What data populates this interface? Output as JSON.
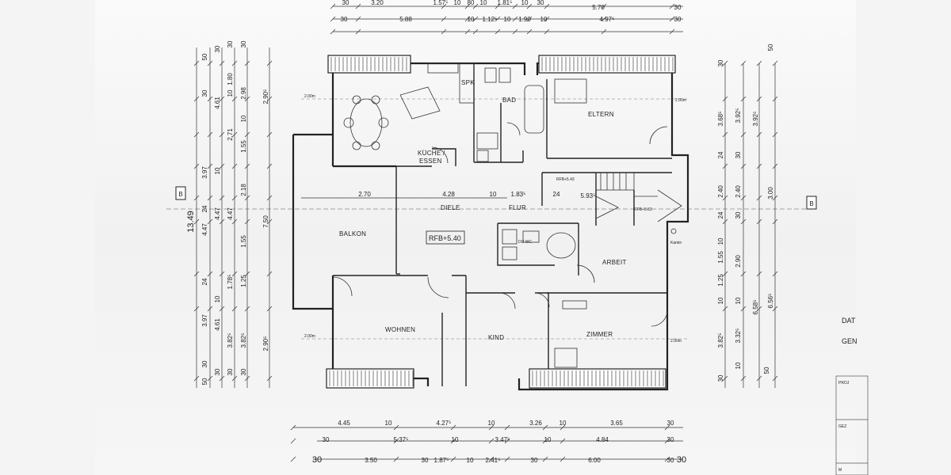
{
  "plan": {
    "rooms": {
      "kueche_1": "KÜCHE /",
      "kueche_2": "ESSEN",
      "bad": "BAD",
      "spk": "SPK",
      "eltern": "ELTERN",
      "diele": "DIELE",
      "flur": "FLUR",
      "balkon": "BALKON",
      "du_wc": "DU WC",
      "arbeit": "ARBEIT",
      "kamin": "Kamin",
      "wohnen": "WOHNEN",
      "kind": "KIND",
      "zimmer": "ZIMMER"
    },
    "rfb": {
      "main": "RFB+5.40",
      "stair_a": "RFB+5.43",
      "stair_b": "RFB+5.53"
    },
    "section_marker": "B",
    "title_block": {
      "dat": "DAT",
      "gen": "GEN",
      "proj": "PROJ",
      "gez": "GEZ",
      "m": "M"
    },
    "heights": {
      "h1": "2.00m",
      "h2": "2.00m",
      "h3": "2.00m",
      "h4": "2.00m"
    },
    "dims_top": {
      "r1": [
        "30",
        "3.20",
        "1.57⁵",
        "10",
        "80",
        "10",
        "1.81⁵",
        "10",
        "30"
      ],
      "r2": [
        "5.88",
        "10",
        "1.12⁵",
        "10",
        "1.90",
        "10",
        "4.97⁵",
        "30"
      ],
      "r3": [
        "5.70",
        "30",
        "30"
      ]
    },
    "dims_bottom": {
      "r1": [
        "4.45",
        "10",
        "4.27⁵",
        "10",
        "3.26",
        "10",
        "3.65",
        "30"
      ],
      "r2": [
        "30",
        "5.37⁵",
        "10",
        "3.47⁵",
        "10",
        "4.84",
        "30"
      ],
      "r3": [
        "30",
        "3.50",
        "30",
        "1.87⁵",
        "10",
        "2.41⁵",
        "30",
        "6.00",
        "30",
        "30"
      ]
    },
    "dims_interior": {
      "balkon_w": "2.70",
      "diele_w": "4.28",
      "d10": "10",
      "d183": "1.83⁵",
      "d24": "24",
      "d593": "5.93⁵"
    },
    "dims_left": {
      "total": "13.49",
      "c1": [
        "50",
        "30",
        "3.97",
        "24",
        "4.47",
        "24",
        "3.97",
        "30",
        "50"
      ],
      "c2": [
        "30",
        "4.61",
        "10",
        "4.47",
        "10",
        "4.61",
        "30"
      ],
      "c3": [
        "30",
        "1.80",
        "10",
        "2.71",
        "4.47",
        "1.78⁵",
        "3.82⁵",
        "30"
      ],
      "c4": [
        "30",
        "2.98",
        "10",
        "1.55",
        "2.18",
        "1.55",
        "1.25",
        "3.82⁵",
        "30"
      ],
      "c5": [
        "2.90⁵",
        "7.50",
        "2.90⁵"
      ]
    },
    "dims_right": {
      "c1": [
        "30",
        "3.68⁵",
        "24",
        "2.40",
        "24",
        "10",
        "1.55",
        "1.25",
        "10",
        "3.82⁵",
        "30"
      ],
      "c2": [
        "3.92⁵",
        "30",
        "2.40",
        "30",
        "2.90",
        "10",
        "3.32⁵",
        "10"
      ],
      "c3": [
        "3.92⁵",
        "3.00",
        "6.56⁵",
        "6.58⁵",
        "50",
        "50"
      ]
    }
  }
}
